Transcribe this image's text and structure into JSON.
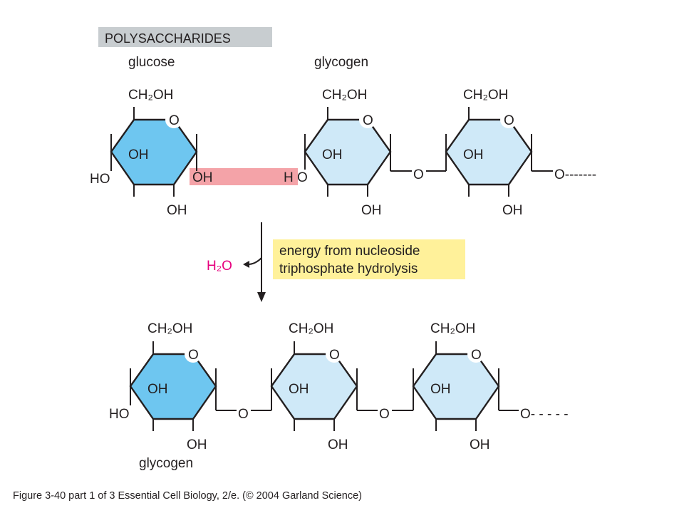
{
  "title": "POLYSACCHARIDES",
  "labels": {
    "glucose": "glucose",
    "glycogen_top": "glycogen",
    "glycogen_bottom": "glycogen",
    "water": "H₂O",
    "energy_line1": "energy from nucleoside",
    "energy_line2": "triphosphate hydrolysis"
  },
  "groups": {
    "ch2oh": "CH₂OH",
    "ring_o": "O",
    "oh": "OH",
    "ho": "HO",
    "link_o": "O",
    "h": "H"
  },
  "chain_tail_top": "O-------",
  "chain_tail_bottom": "O- - - - -",
  "caption": "Figure 3-40 part 1 of 3  Essential Cell Biology, 2/e. (© 2004 Garland Science)",
  "colors": {
    "glucose_ring": "#6ec6f0",
    "glycogen_ring": "#cfe9f8",
    "title_box": "#c8cdd0",
    "bond_highlight": "#f4a3a8",
    "energy_box": "#fff19a",
    "water": "#e6007e"
  }
}
